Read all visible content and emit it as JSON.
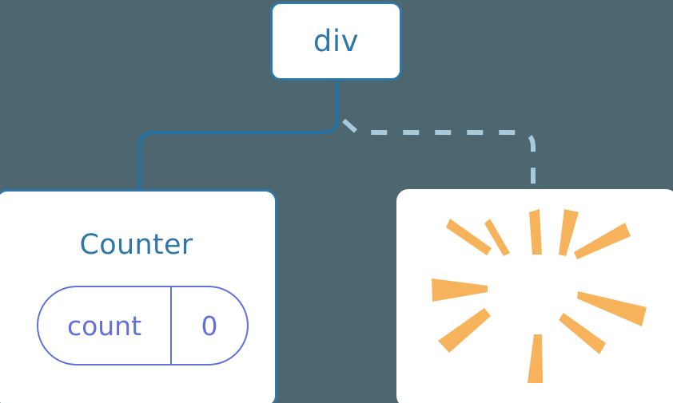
{
  "diagram": {
    "type": "component-tree",
    "background_color": "#4d6670",
    "node_fill": "#ffffff",
    "node_border_color": "#2e77a8",
    "label_color": "#2e77a8",
    "state_color": "#6370d8",
    "burst_color": "#f7b35c",
    "edge_solid_color": "#2272a6",
    "edge_dashed_color": "#a8cade"
  },
  "root": {
    "label": "div"
  },
  "children": [
    {
      "label": "Counter",
      "state": {
        "key": "count",
        "value": "0"
      }
    },
    {
      "label": "",
      "effect": "render-burst",
      "rays": 10
    }
  ],
  "edges": [
    {
      "from": "div",
      "to": "Counter",
      "style": "solid",
      "color": "#2272a6"
    },
    {
      "from": "div",
      "to": "burst",
      "style": "dashed",
      "color": "#a8cade"
    }
  ]
}
